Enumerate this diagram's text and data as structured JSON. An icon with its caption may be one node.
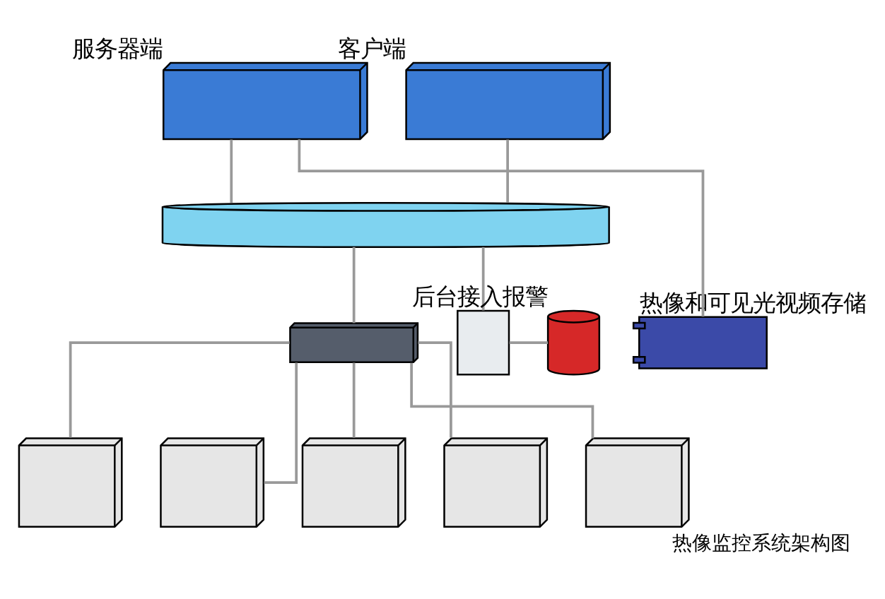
{
  "diagram": {
    "caption": "热像监控系统架构图",
    "nodes": [
      {
        "text": [
          "服务器端"
        ]
      },
      {
        "text": [
          "客户端"
        ]
      },
      {
        "text": [],
        "shape": "cylinder"
      },
      {
        "text": [
          "热像和可见光视频存储"
        ]
      },
      {
        "text": [],
        "shape": "box"
      },
      {
        "text": [],
        "shape": "box"
      },
      {
        "text": [
          "后台接入报警"
        ]
      },
      {
        "text": [],
        "shape": "picture"
      },
      {
        "text": [],
        "shape": "picture"
      },
      {
        "text": [],
        "shape": "picture"
      },
      {
        "text": [],
        "shape": "picture"
      },
      {
        "text": [],
        "shape": "picture"
      }
    ],
    "edges": [
      {
        "from": 0,
        "to": 2,
        "arrow": "none"
      },
      {
        "from": 1,
        "to": 2,
        "arrow": "none"
      },
      {
        "from": 3,
        "to": 0,
        "arrow": "none"
      },
      {
        "from": 2,
        "to": 4,
        "arrow": "none"
      },
      {
        "from": 2,
        "to": 5,
        "arrow": "none"
      },
      {
        "from": 5,
        "to": 6,
        "arrow": "none"
      },
      {
        "from": 4,
        "to": 7,
        "arrow": "none"
      },
      {
        "from": 4,
        "to": 8,
        "arrow": "none"
      },
      {
        "from": 4,
        "to": 9,
        "arrow": "none"
      },
      {
        "from": 4,
        "to": 10,
        "arrow": "none"
      },
      {
        "from": 4,
        "to": 11,
        "arrow": "none"
      }
    ]
  }
}
